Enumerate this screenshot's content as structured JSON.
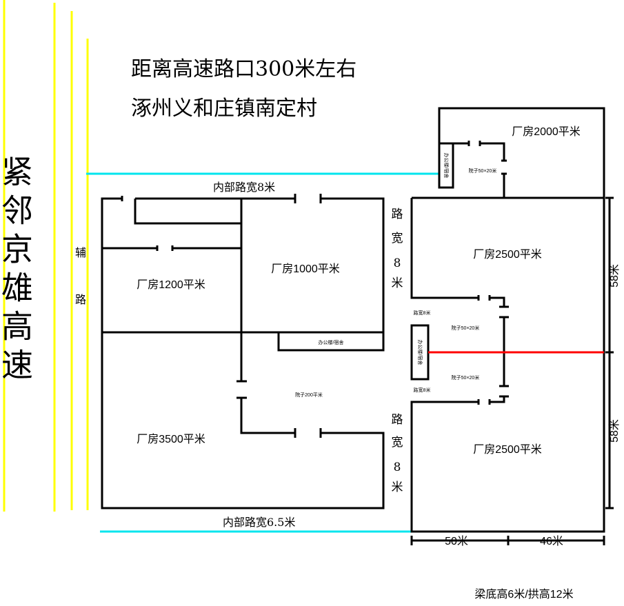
{
  "title_lines": [
    "距离高速路口300米左右",
    "涿州义和庄镇南定村"
  ],
  "highway_label": "紧邻京雄高速",
  "side_road": [
    "辅",
    "路"
  ],
  "roads": {
    "top_internal": "内部路宽8米",
    "bottom_internal": "内部路宽6.5米",
    "vertical_road_chars": [
      "路",
      "宽",
      "8",
      "米"
    ],
    "small_road": "路宽8米"
  },
  "buildings": {
    "b1200": "厂房1200平米",
    "b1000": "厂房1000平米",
    "b3500": "厂房3500平米",
    "b2000": "厂房2000平米",
    "b2500_top": "厂房2500平米",
    "b2500_bottom": "厂房2500平米",
    "office": "办公楼/宿舍"
  },
  "yards": {
    "yard200": "院子200平米",
    "yard50x20": "院子50×20米"
  },
  "dimensions": {
    "h1": "58米",
    "h2": "58米",
    "w1": "50米",
    "w2": "46米"
  },
  "note": "梁底高6米/拱高12米",
  "colors": {
    "highway": "#ffff00",
    "road": "#00e5ee",
    "divider": "#ff0000"
  }
}
